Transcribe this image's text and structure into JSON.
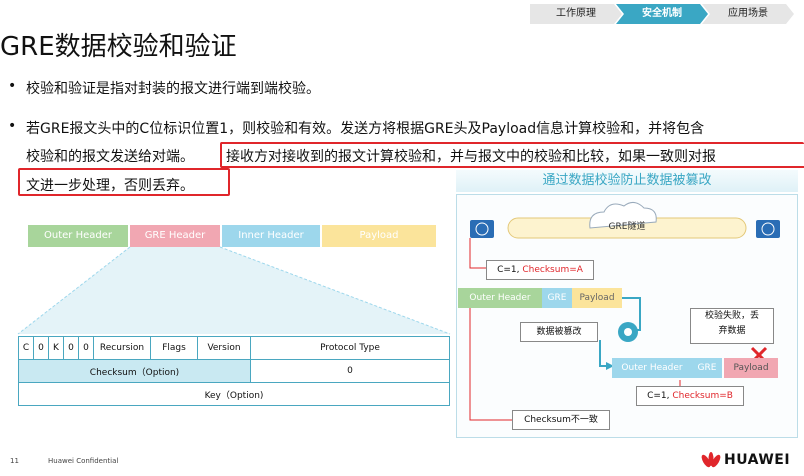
{
  "nav": {
    "tabs": [
      "工作原理",
      "安全机制",
      "应用场景"
    ],
    "active": 1
  },
  "title": "GRE数据校验和验证",
  "bullets": {
    "b1": "校验和验证是指对封装的报文进行端到端校验。",
    "b2_line1": "若GRE报文头中的C位标识位置1，则校验和有效。发送方将根据GRE头及Payload信息计算校验和，并将包含",
    "b2_line2a": "校验和的报文发送给对端。",
    "b2_line2b": "接收方对接收到的报文计算校验和，并与报文中的校验和比较，如果一致则对报",
    "b2_line3": "文进一步处理，否则丢弃。"
  },
  "packet": {
    "outer": "Outer Header",
    "gre": "GRE Header",
    "inner": "Inner Header",
    "payload": "Payload"
  },
  "fields": {
    "bits": [
      "C",
      "0",
      "K",
      "0",
      "0"
    ],
    "recursion": "Recursion",
    "flags": "Flags",
    "version": "Version",
    "protocol": "Protocol Type",
    "checksum": "Checksum（Option)",
    "zero": "0",
    "key": "Key（Option)"
  },
  "diagram": {
    "banner": "通过数据校验防止数据被篡改",
    "tunnel": "GRE隧道",
    "send_label_prefix": "C=1, ",
    "send_label_red": "Checksum=A",
    "pkt1": {
      "outer": "Outer Header",
      "gre": "GRE",
      "payload": "Payload"
    },
    "tamper": "数据被篡改",
    "pkt2": {
      "outer": "Outer Header",
      "gre": "GRE",
      "payload": "Payload"
    },
    "fail": "校验失败，丢弃数据",
    "fail_line1": "校验失败，丢",
    "fail_line2": "弃数据",
    "recv_label_prefix": "C=1, ",
    "recv_label_red": "Checksum=B",
    "mismatch": "Checksum不一致"
  },
  "footer": {
    "page": "11",
    "conf": "Huawei Confidential",
    "brand": "HUAWEI"
  },
  "colors": {
    "outer": "#a8d59b",
    "gre": "#f1a7b2",
    "inner": "#9dd7ec",
    "payload": "#fbe49b",
    "accent": "#3aa7c4",
    "red": "#e0262b",
    "router": "#2a6db5"
  }
}
